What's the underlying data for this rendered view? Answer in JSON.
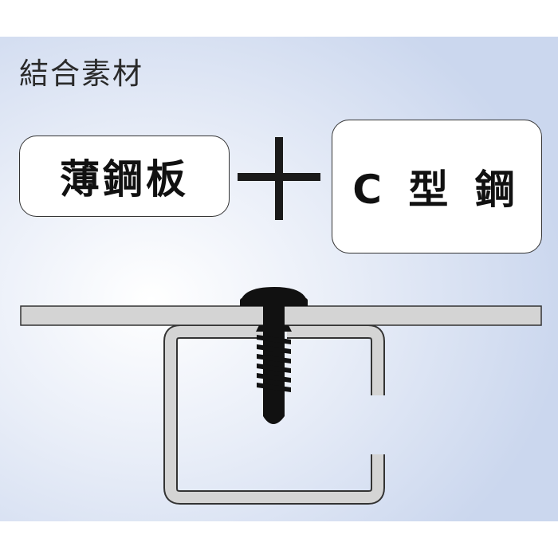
{
  "diagram": {
    "title": "結合素材",
    "material_1": "薄鋼板",
    "material_2": "C 型 鋼",
    "operator_icon": "plus-icon",
    "fastener_icon": "self-drilling-screw-icon",
    "colors": {
      "background": "#cbd7ee",
      "steel_sheet_fill": "#d4d4d4",
      "outline": "#333333",
      "screw": "#111111"
    }
  }
}
